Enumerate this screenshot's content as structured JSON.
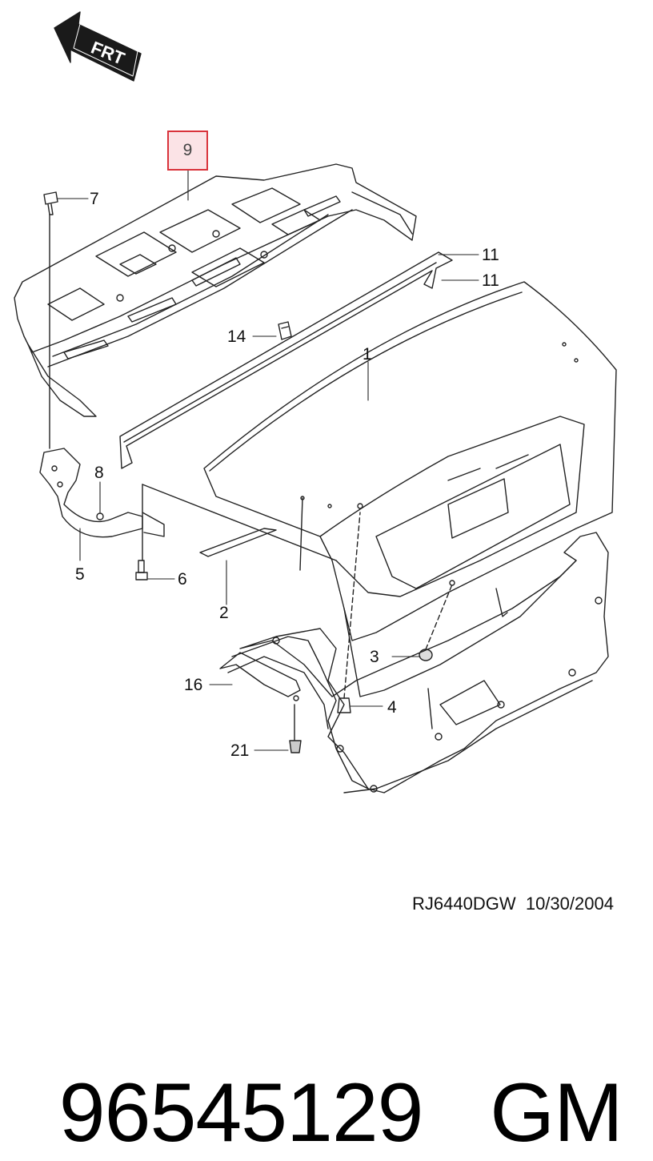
{
  "direction_arrow": {
    "label": "FRT"
  },
  "highlighted_callout": "9",
  "callouts": {
    "c1": "1",
    "c2": "2",
    "c3": "3",
    "c4": "4",
    "c5": "5",
    "c6": "6",
    "c7": "7",
    "c8": "8",
    "c11a": "11",
    "c11b": "11",
    "c14": "14",
    "c16": "16",
    "c21": "21"
  },
  "reference": {
    "code": "RJ6440DGW",
    "date": "10/30/2004"
  },
  "part": {
    "number": "96545129",
    "brand": "GM"
  },
  "colors": {
    "highlight_border": "#d9333b",
    "highlight_fill": "#fbe3e6",
    "ink": "#111111"
  }
}
